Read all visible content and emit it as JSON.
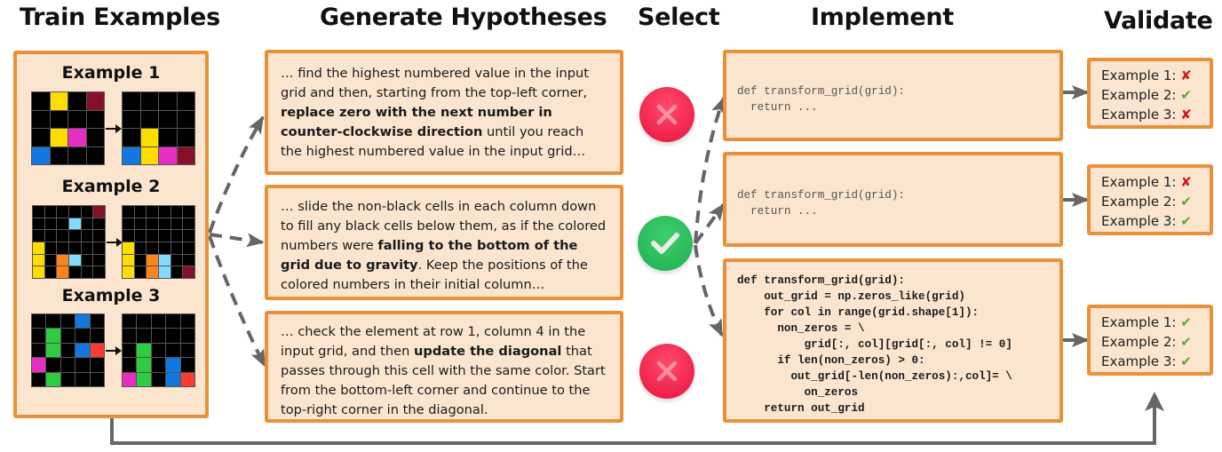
{
  "stages": {
    "train": "Train Examples",
    "generate": "Generate Hypotheses",
    "select": "Select",
    "implement": "Implement",
    "validate": "Validate"
  },
  "train_examples": [
    {
      "label": "Example 1",
      "input": [
        [
          "k",
          "y",
          "k",
          "m"
        ],
        [
          "k",
          "k",
          "k",
          "k"
        ],
        [
          "k",
          "y",
          "p",
          "k"
        ],
        [
          "b",
          "k",
          "k",
          "k"
        ]
      ],
      "output": [
        [
          "k",
          "k",
          "k",
          "k"
        ],
        [
          "k",
          "k",
          "k",
          "k"
        ],
        [
          "k",
          "y",
          "k",
          "k"
        ],
        [
          "b",
          "y",
          "p",
          "m"
        ]
      ]
    },
    {
      "label": "Example 2",
      "input": [
        [
          "k",
          "k",
          "k",
          "k",
          "k",
          "m"
        ],
        [
          "k",
          "k",
          "k",
          "c",
          "k",
          "k"
        ],
        [
          "k",
          "k",
          "k",
          "k",
          "k",
          "k"
        ],
        [
          "y",
          "k",
          "k",
          "k",
          "k",
          "k"
        ],
        [
          "y",
          "k",
          "o",
          "c",
          "k",
          "k"
        ],
        [
          "y",
          "k",
          "o",
          "k",
          "k",
          "k"
        ]
      ],
      "output": [
        [
          "k",
          "k",
          "k",
          "k",
          "k",
          "k"
        ],
        [
          "k",
          "k",
          "k",
          "k",
          "k",
          "k"
        ],
        [
          "k",
          "k",
          "k",
          "k",
          "k",
          "k"
        ],
        [
          "y",
          "k",
          "k",
          "k",
          "k",
          "k"
        ],
        [
          "y",
          "k",
          "o",
          "c",
          "k",
          "k"
        ],
        [
          "y",
          "k",
          "o",
          "c",
          "k",
          "m"
        ]
      ]
    },
    {
      "label": "Example 3",
      "input": [
        [
          "k",
          "k",
          "k",
          "b",
          "k"
        ],
        [
          "k",
          "g",
          "k",
          "k",
          "k"
        ],
        [
          "k",
          "g",
          "k",
          "b",
          "r"
        ],
        [
          "p",
          "k",
          "k",
          "k",
          "k"
        ],
        [
          "k",
          "g",
          "k",
          "k",
          "k"
        ]
      ],
      "output": [
        [
          "k",
          "k",
          "k",
          "k",
          "k"
        ],
        [
          "k",
          "k",
          "k",
          "k",
          "k"
        ],
        [
          "k",
          "g",
          "k",
          "k",
          "k"
        ],
        [
          "k",
          "g",
          "k",
          "b",
          "k"
        ],
        [
          "p",
          "g",
          "k",
          "b",
          "r"
        ]
      ]
    }
  ],
  "cell_colors": {
    "k": "#000000",
    "y": "#fddc02",
    "m": "#86102a",
    "p": "#e62ec2",
    "b": "#1277df",
    "c": "#7fdbff",
    "o": "#fb851b",
    "g": "#2ecc40",
    "r": "#f93c31"
  },
  "hypotheses": [
    {
      "pre": "… find the highest numbered value in the input grid and then, starting from the top-left corner, ",
      "bold": "replace zero with the next number in counter-clockwise direction",
      "post": " until you reach the highest numbered value in the input grid…",
      "selected": false
    },
    {
      "pre": "… slide the non-black cells in each column down to fill any black cells below them, as if the colored numbers were ",
      "bold": "falling to the bottom of the grid due to gravity",
      "post": ". Keep the positions of the colored numbers in their initial column…",
      "selected": true
    },
    {
      "pre": "… check the element at row 1, column 4 in the input grid, and then ",
      "bold": "update the diagonal",
      "post": " that passes through this cell with the same color. Start from the bottom-left corner and continue to the top-right corner in the diagonal.",
      "selected": false
    }
  ],
  "select_icons": [
    "x-circle-icon",
    "check-circle-icon",
    "x-circle-icon"
  ],
  "implementations": [
    {
      "code": "def transform_grid(grid):\n  return ...",
      "bold": false
    },
    {
      "code": "def transform_grid(grid):\n  return ...",
      "bold": false
    },
    {
      "code": "def transform_grid(grid):\n    out_grid = np.zeros_like(grid)\n    for col in range(grid.shape[1]):\n      non_zeros = \\\n          grid[:, col][grid[:, col] != 0]\n      if len(non_zeros) > 0:\n        out_grid[-len(non_zeros):,col]= \\\n          on_zeros\n    return out_grid",
      "bold": true
    }
  ],
  "validations": [
    [
      {
        "label": "Example 1:",
        "pass": false
      },
      {
        "label": "Example 2:",
        "pass": true
      },
      {
        "label": "Example 3:",
        "pass": false
      }
    ],
    [
      {
        "label": "Example 1:",
        "pass": false
      },
      {
        "label": "Example 2:",
        "pass": true
      },
      {
        "label": "Example 3:",
        "pass": true
      }
    ],
    [
      {
        "label": "Example 1:",
        "pass": true
      },
      {
        "label": "Example 2:",
        "pass": true
      },
      {
        "label": "Example 3:",
        "pass": true
      }
    ]
  ],
  "marks": {
    "pass": "✔",
    "fail": "✘"
  },
  "colors": {
    "box_border": "#e8913a",
    "box_fill": "#fbe5cf",
    "arrow": "#666666",
    "fail_mark": "#cc1a1a",
    "pass_mark": "#5aaa3a"
  }
}
